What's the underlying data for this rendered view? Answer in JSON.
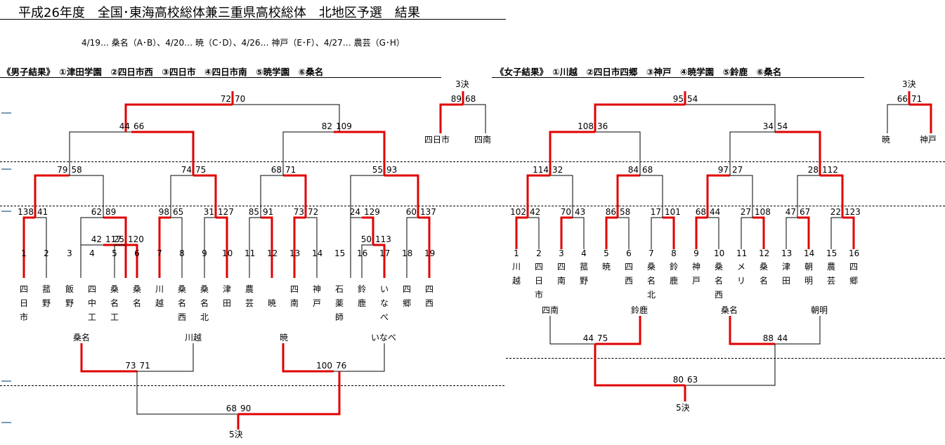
{
  "title": "平成26年度　全国･東海高校総体兼三重県高校総体　北地区予選　結果",
  "dates": "4/19… 桑名（A･B）、4/20… 暁（C･D）、4/26… 神戸（E･F）、4/27… 農芸（G･H）",
  "boys": {
    "header": "《男子結果》　①津田学園　②四日市西　③四日市　④四日市南　⑤暁学園　⑥桑名",
    "teams": [
      "四日市",
      "菰野",
      "飯野",
      "四中工",
      "桑名工",
      "桑名",
      "川越",
      "桑名西",
      "桑名北",
      "津田",
      "農芸",
      "暁",
      "四南",
      "神戸",
      "石薬師",
      "鈴鹿",
      "いなべ",
      "四郷",
      "四西"
    ],
    "team_numbers": [
      "1",
      "2",
      "3",
      "4",
      "5",
      "6",
      "7",
      "8",
      "9",
      "10",
      "11",
      "12",
      "13",
      "14",
      "15",
      "16",
      "17",
      "18",
      "19"
    ],
    "scores": {
      "r1a": [
        "42",
        "117"
      ],
      "r1b": [
        "25",
        "120"
      ],
      "r1c": [
        "50",
        "113"
      ],
      "r2a": [
        "138",
        "41"
      ],
      "r2b": [
        "62",
        "89"
      ],
      "r2c": [
        "98",
        "65"
      ],
      "r2d": [
        "31",
        "127"
      ],
      "r2e": [
        "85",
        "91"
      ],
      "r2f": [
        "73",
        "72"
      ],
      "r2g": [
        "24",
        "129"
      ],
      "r2h": [
        "60",
        "137"
      ],
      "qfa": [
        "79",
        "58"
      ],
      "qfb": [
        "74",
        "75"
      ],
      "qfc": [
        "68",
        "71"
      ],
      "qfd": [
        "55",
        "93"
      ],
      "sfa": [
        "44",
        "66"
      ],
      "sfb": [
        "82",
        "109"
      ],
      "final": [
        "72",
        "70"
      ],
      "third": [
        "89",
        "68"
      ],
      "cons_a": [
        "73",
        "71"
      ],
      "cons_b": [
        "100",
        "76"
      ],
      "fifth": [
        "68",
        "90"
      ]
    },
    "third_label": "3決",
    "third_teams": [
      "四日市",
      "四南"
    ],
    "fifth_label": "5決",
    "groups": [
      "桑名",
      "川越",
      "暁",
      "いなべ"
    ]
  },
  "girls": {
    "header": "《女子結果》　①川越　②四日市四郷　③神戸　④暁学園　⑤鈴鹿　⑥桑名",
    "teams": [
      "川越",
      "四日市",
      "四南",
      "菰野",
      "暁",
      "四西",
      "桑名北",
      "鈴鹿",
      "神戸",
      "桑名西",
      "メリ",
      "桑名",
      "津田",
      "朝明",
      "農芸",
      "四郷"
    ],
    "team_numbers": [
      "1",
      "2",
      "3",
      "4",
      "5",
      "6",
      "7",
      "8",
      "9",
      "10",
      "11",
      "12",
      "13",
      "14",
      "15",
      "16"
    ],
    "scores": {
      "r1a": [
        "102",
        "42"
      ],
      "r1b": [
        "70",
        "43"
      ],
      "r1c": [
        "86",
        "58"
      ],
      "r1d": [
        "17",
        "101"
      ],
      "r1e": [
        "68",
        "44"
      ],
      "r1f": [
        "27",
        "108"
      ],
      "r1g": [
        "47",
        "67"
      ],
      "r1h": [
        "22",
        "123"
      ],
      "qfa": [
        "114",
        "32"
      ],
      "qfb": [
        "84",
        "68"
      ],
      "qfc": [
        "97",
        "27"
      ],
      "qfd": [
        "28",
        "112"
      ],
      "sfa": [
        "108",
        "36"
      ],
      "sfb": [
        "34",
        "54"
      ],
      "final": [
        "95",
        "54"
      ],
      "third": [
        "66",
        "71"
      ],
      "cons_a": [
        "44",
        "75"
      ],
      "cons_b": [
        "88",
        "44"
      ],
      "fifth": [
        "80",
        "63"
      ]
    },
    "third_label": "3決",
    "third_teams": [
      "暁",
      "神戸"
    ],
    "fifth_label": "5決",
    "groups": [
      "四南",
      "鈴鹿",
      "桑名",
      "朝明"
    ]
  },
  "colors": {
    "winner_line": "#e00000",
    "line": "#000000"
  }
}
